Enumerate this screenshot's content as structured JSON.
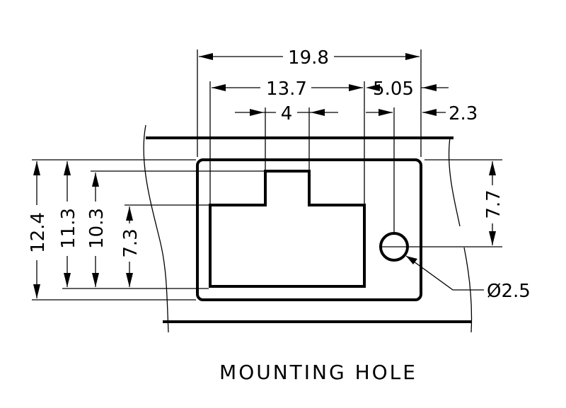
{
  "title": "MOUNTING HOLE",
  "dimensions": {
    "overall_width": "19.8",
    "opening_width": "13.7",
    "hole_offset": "5.05",
    "tab_width": "4",
    "hole_edge": "2.3",
    "overall_height": "12.4",
    "inner_height": "11.3",
    "opening_height": "10.3",
    "lower_height": "7.3",
    "hole_height": "7.7",
    "hole_diameter": "Ø2.5"
  }
}
